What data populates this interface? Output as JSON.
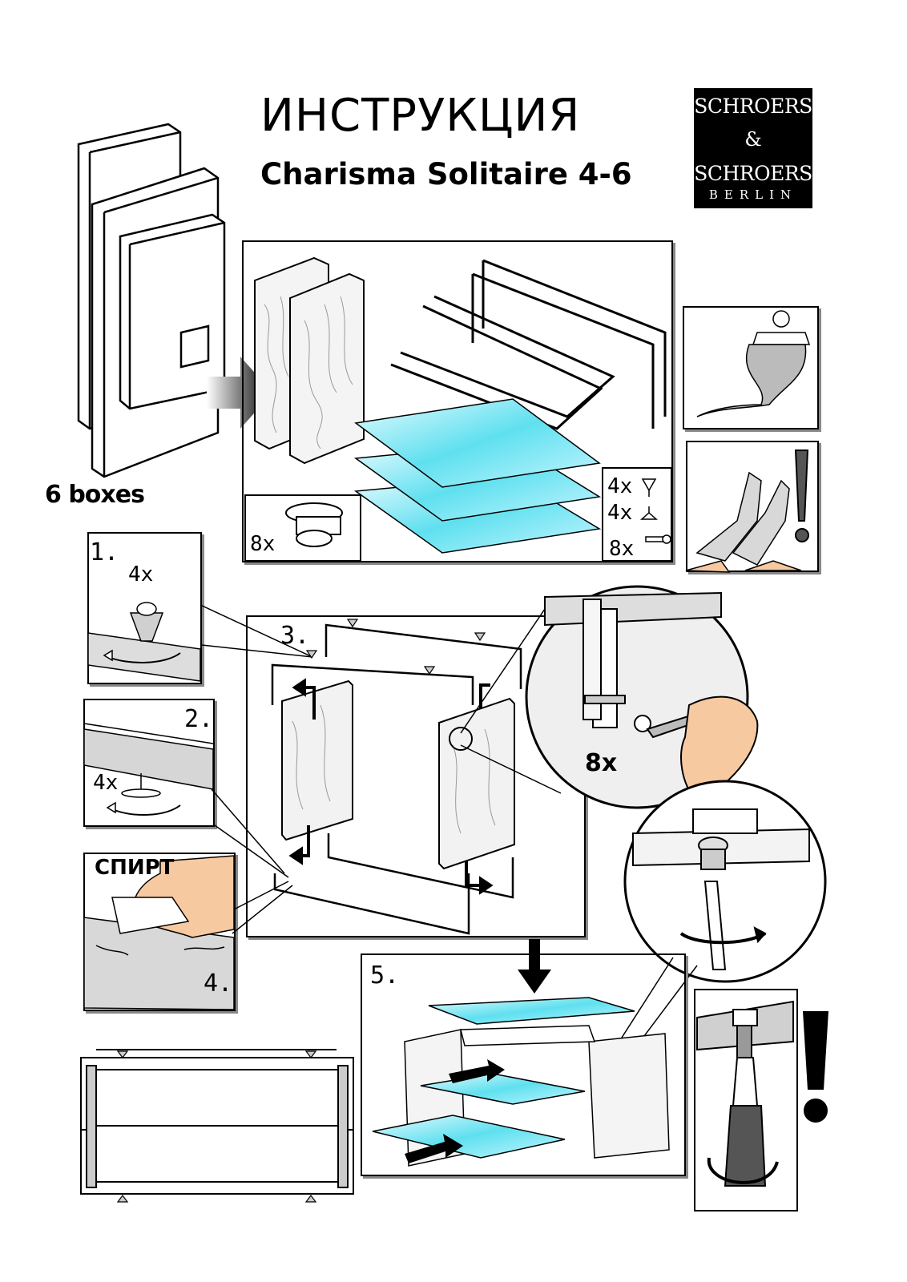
{
  "header": {
    "title": "ИНСТРУКЦИЯ",
    "subtitle": "Charisma Solitaire 4-6"
  },
  "logo": {
    "line1": "SCHROERS",
    "line2": "&",
    "line3": "SCHROERS",
    "line4": "BERLIN"
  },
  "boxes": {
    "label": "6 boxes"
  },
  "parts_panel": {
    "clip_qty": "8x",
    "cone_qty": "4x",
    "foot_qty": "4x",
    "screw_qty": "8x"
  },
  "steps": {
    "step1": {
      "number": "1.",
      "qty": "4x"
    },
    "step2": {
      "number": "2.",
      "qty": "4x"
    },
    "step3": {
      "number": "3.",
      "screw_qty": "8x"
    },
    "step4": {
      "number": "4.",
      "label": "СПИРТ"
    },
    "step5": {
      "number": "5."
    }
  },
  "colors": {
    "glass": "#6fe3f0",
    "skin": "#f7c9a0",
    "panel_gray": "#cccccc"
  }
}
